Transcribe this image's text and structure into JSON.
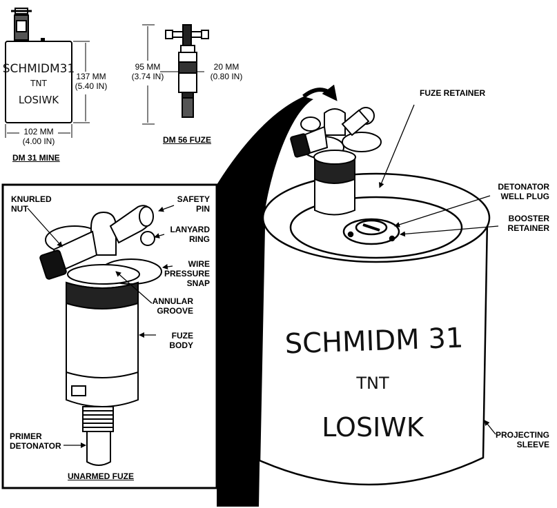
{
  "mine_markings": {
    "small": {
      "line1": "SCHMIDM31",
      "line2": "TNT",
      "line3": "LOSIWK"
    },
    "large": {
      "line1": "SCHMIDM 31",
      "line2": "TNT",
      "line3": "LOSIWK"
    }
  },
  "dimensions": {
    "mine_height": {
      "mm": "137 MM",
      "in": "(5.40 IN)"
    },
    "mine_width": {
      "mm": "102 MM",
      "in": "(4.00 IN)"
    },
    "fuze_height": {
      "mm": "95 MM",
      "in": "(3.74 IN)"
    },
    "fuze_width": {
      "mm": "20 MM",
      "in": "(0.80 IN)"
    }
  },
  "captions": {
    "mine": "DM 31 MINE",
    "fuze": "DM 56 FUZE",
    "unarmed": "UNARMED FUZE"
  },
  "fuze_labels": {
    "knurled_nut": [
      "KNURLED",
      "NUT"
    ],
    "safety_pin": [
      "SAFETY",
      "PIN"
    ],
    "lanyard_ring": [
      "LANYARD",
      "RING"
    ],
    "wire_pressure_snap": [
      "WIRE",
      "PRESSURE",
      "SNAP"
    ],
    "annular_groove": [
      "ANNULAR",
      "GROOVE"
    ],
    "fuze_body": [
      "FUZE",
      "BODY"
    ],
    "primer_detonator": [
      "PRIMER",
      "DETONATOR"
    ]
  },
  "mine_labels": {
    "fuze_retainer": "FUZE RETAINER",
    "detonator_well_plug": [
      "DETONATOR",
      "WELL PLUG"
    ],
    "booster_retainer": [
      "BOOSTER",
      "RETAINER"
    ],
    "projecting_sleeve": [
      "PROJECTING",
      "SLEEVE"
    ]
  }
}
